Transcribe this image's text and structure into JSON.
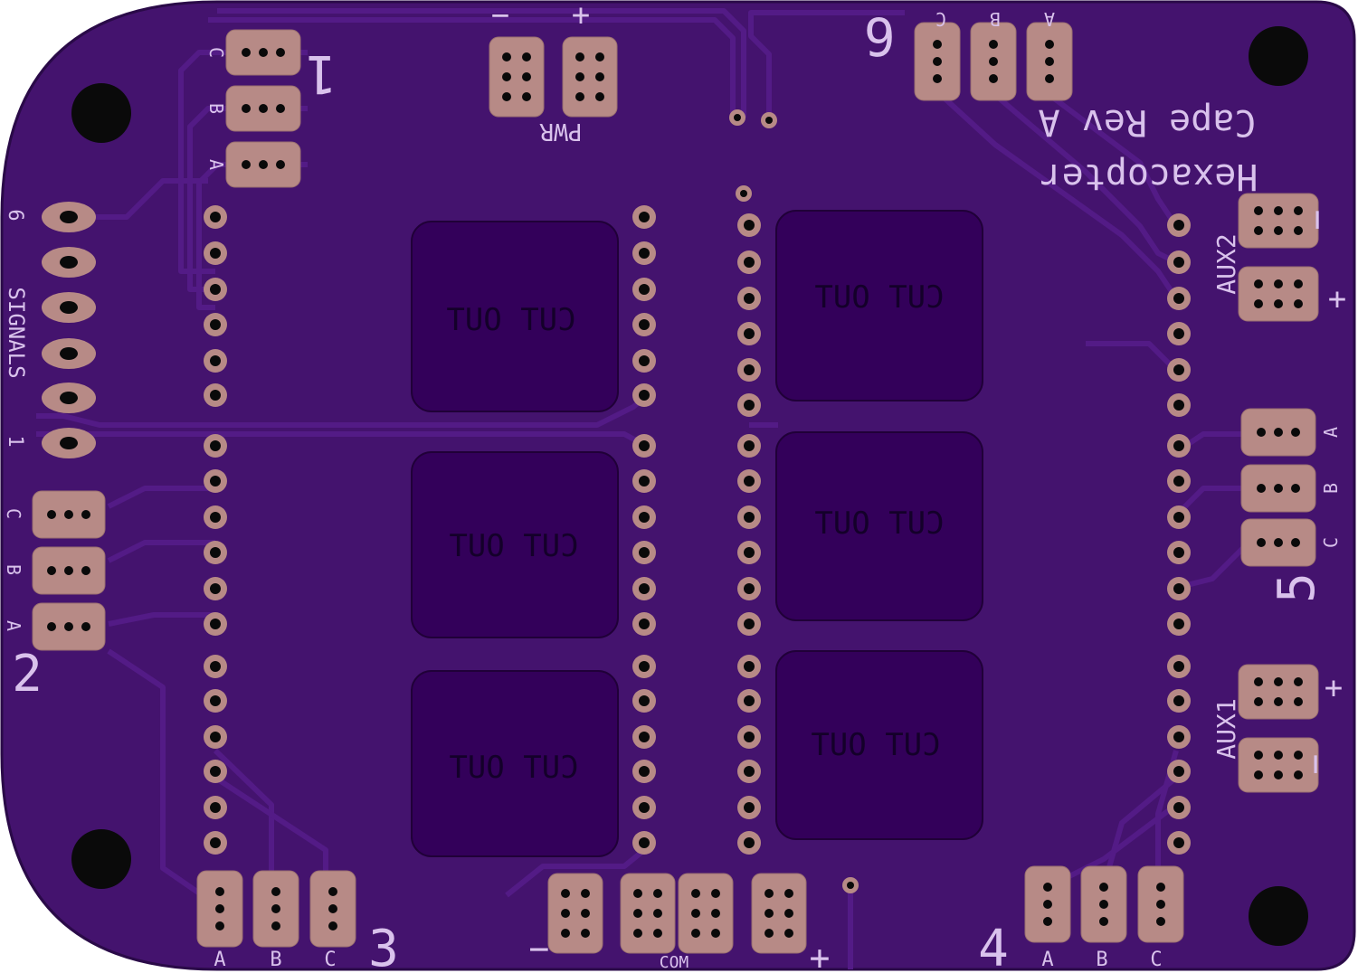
{
  "board": {
    "colors": {
      "board": "#44136e",
      "trace": "#4e1a7e",
      "pad": "#b78a86",
      "hole": "#0a0a0a",
      "silk": "#d9c2ec",
      "cutout": "#33005a"
    },
    "title_line1": "Hexacopter",
    "title_line2": "Cape Rev A"
  },
  "labels": {
    "motor1": "1",
    "motor2": "2",
    "motor3": "3",
    "motor4": "4",
    "motor5": "5",
    "motor6": "6",
    "pwr": "PWR",
    "pwr_minus": "−",
    "pwr_plus": "+",
    "signals": "SIGNALS",
    "sig_6": "6",
    "sig_1": "1",
    "aux1": "AUX1",
    "aux2": "AUX2",
    "com": "COM",
    "com_minus": "−",
    "com_plus": "+",
    "aux1_plus": "+",
    "aux1_minus": "−",
    "aux2_minus": "−",
    "aux2_plus": "+",
    "pin_a": "A",
    "pin_b": "B",
    "pin_c": "C",
    "cut_out": "CUT OUT"
  }
}
